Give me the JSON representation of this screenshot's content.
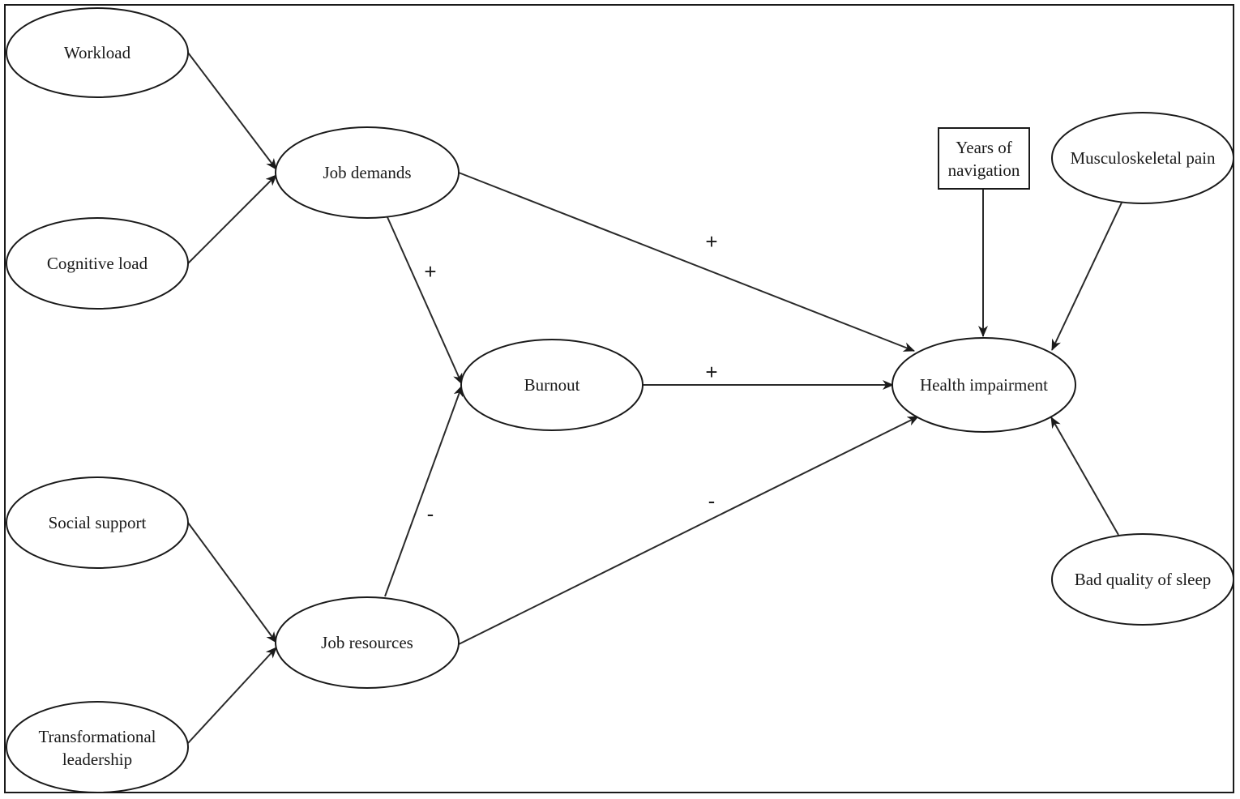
{
  "nodes": {
    "workload": {
      "lines": [
        "Workload"
      ]
    },
    "cognitive_load": {
      "lines": [
        "Cognitive load"
      ]
    },
    "social_support": {
      "lines": [
        "Social support"
      ]
    },
    "transformational_leadership": {
      "lines": [
        "Transformational",
        "leadership"
      ]
    },
    "job_demands": {
      "lines": [
        "Job demands"
      ]
    },
    "job_resources": {
      "lines": [
        "Job resources"
      ]
    },
    "burnout": {
      "lines": [
        "Burnout"
      ]
    },
    "health_impairment": {
      "lines": [
        "Health impairment"
      ]
    },
    "years_of_navigation": {
      "lines": [
        "Years of",
        "navigation"
      ]
    },
    "musculoskeletal_pain": {
      "lines": [
        "Musculoskeletal pain"
      ]
    },
    "bad_quality_of_sleep": {
      "lines": [
        "Bad quality of sleep"
      ]
    }
  },
  "edges": [
    {
      "from": "workload",
      "to": "job_demands",
      "sign": ""
    },
    {
      "from": "cognitive_load",
      "to": "job_demands",
      "sign": ""
    },
    {
      "from": "social_support",
      "to": "job_resources",
      "sign": ""
    },
    {
      "from": "transformational_leadership",
      "to": "job_resources",
      "sign": ""
    },
    {
      "from": "job_demands",
      "to": "burnout",
      "sign": "+"
    },
    {
      "from": "job_demands",
      "to": "health_impairment",
      "sign": "+"
    },
    {
      "from": "burnout",
      "to": "health_impairment",
      "sign": "+"
    },
    {
      "from": "job_resources",
      "to": "burnout",
      "sign": "-"
    },
    {
      "from": "job_resources",
      "to": "health_impairment",
      "sign": "-"
    },
    {
      "from": "years_of_navigation",
      "to": "health_impairment",
      "sign": ""
    },
    {
      "from": "musculoskeletal_pain",
      "to": "health_impairment",
      "sign": ""
    },
    {
      "from": "bad_quality_of_sleep",
      "to": "health_impairment",
      "sign": ""
    }
  ]
}
